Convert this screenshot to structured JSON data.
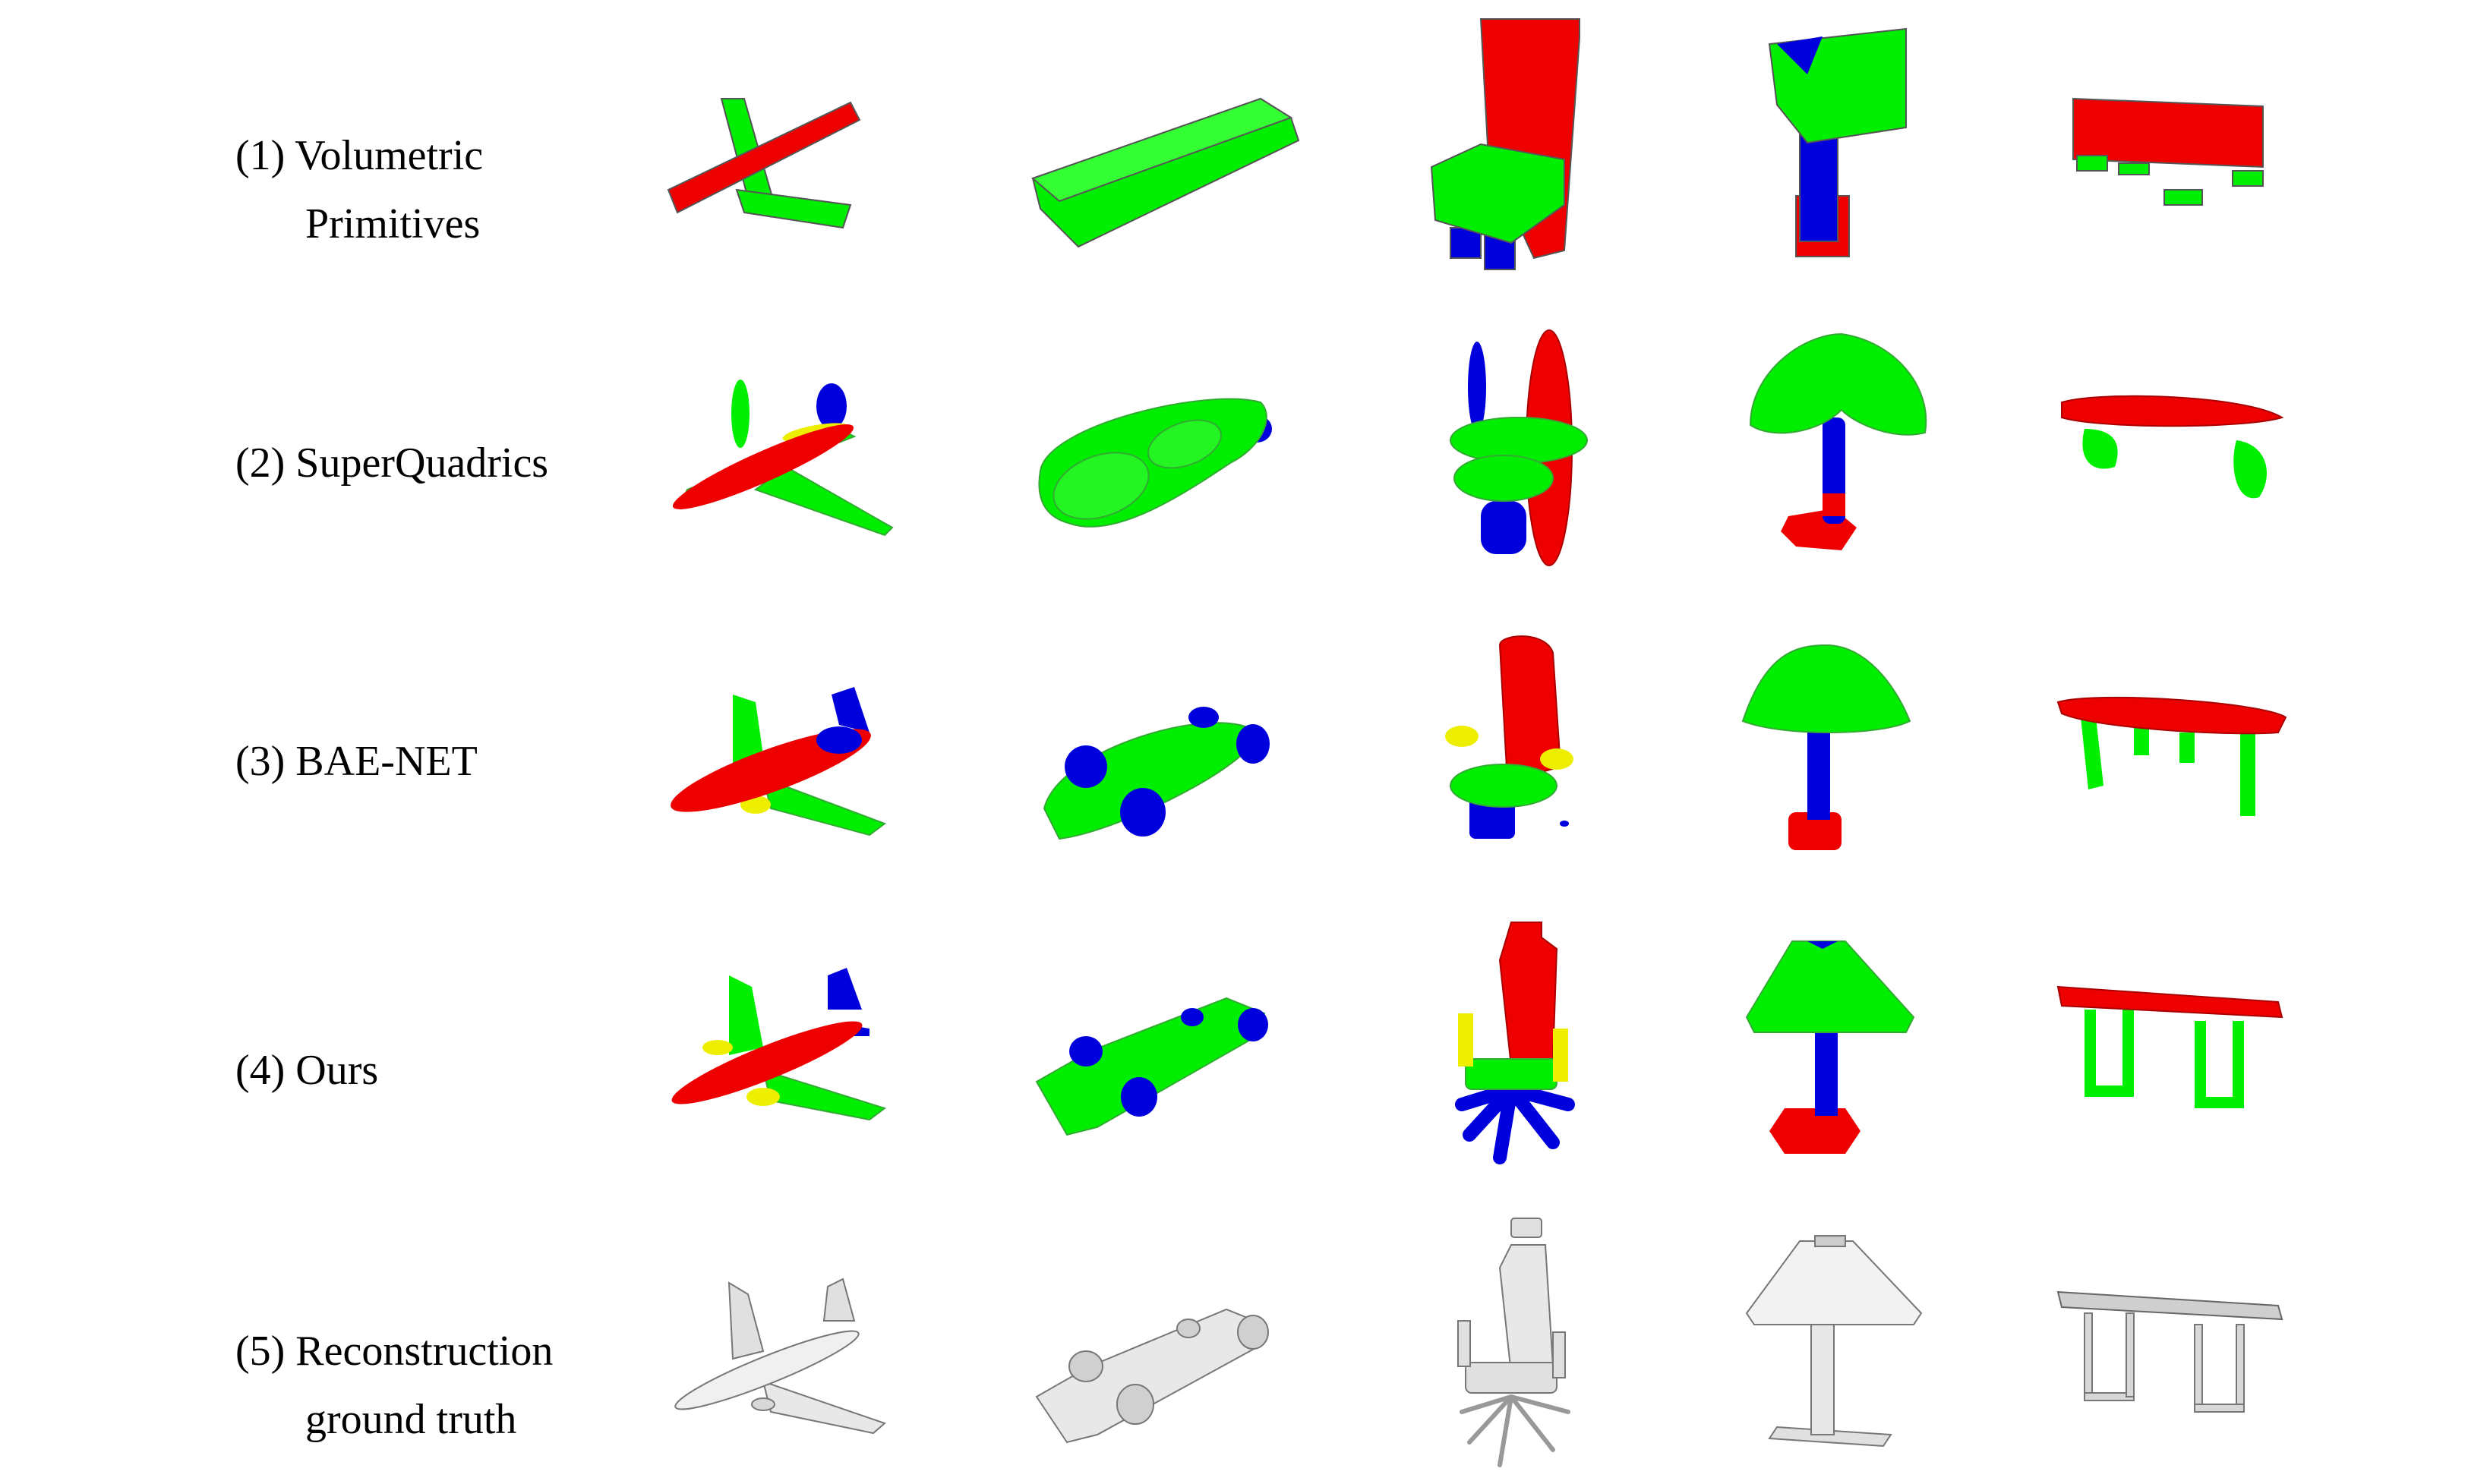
{
  "colors": {
    "red": "#ee0000",
    "green": "#00ee00",
    "blue": "#0000dd",
    "yellow": "#eeee00",
    "gray": "#d8d8d8",
    "outline": "#555555"
  },
  "rows": [
    {
      "label_lines": [
        "(1) Volumetric",
        "Primitives"
      ]
    },
    {
      "label_lines": [
        "(2) SuperQuadrics"
      ]
    },
    {
      "label_lines": [
        "(3) BAE-NET"
      ]
    },
    {
      "label_lines": [
        "(4) Ours"
      ]
    },
    {
      "label_lines": [
        "(5) Reconstruction",
        "ground truth"
      ]
    }
  ],
  "columns": [
    "airplane",
    "car",
    "chair",
    "lamp",
    "table"
  ]
}
